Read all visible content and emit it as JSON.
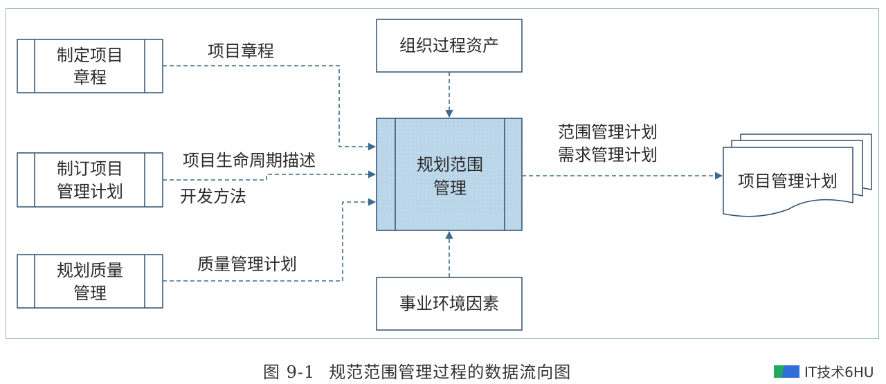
{
  "nodes": {
    "develop_charter": {
      "lines": [
        "制定项目",
        "章程"
      ]
    },
    "develop_pm_plan": {
      "lines": [
        "制订项目",
        "管理计划"
      ]
    },
    "plan_quality": {
      "lines": [
        "规划质量",
        "管理"
      ]
    },
    "opa": {
      "label": "组织过程资产"
    },
    "plan_scope": {
      "lines": [
        "规划范围",
        "管理"
      ]
    },
    "eef": {
      "label": "事业环境因素"
    },
    "project_plan": {
      "label": "项目管理计划"
    }
  },
  "edges": {
    "charter": "项目章程",
    "lifecycle": "项目生命周期描述",
    "dev_approach": "开发方法",
    "quality_plan": "质量管理计划",
    "scope_plan": "范围管理计划",
    "req_plan": "需求管理计划"
  },
  "caption": {
    "number": "图 9-1",
    "title": "规范范围管理过程的数据流向图"
  },
  "watermark": {
    "text": "IT技术6HU"
  },
  "colors": {
    "border": "#2f4f6f",
    "center_fill": "#bcd6ea",
    "arrow": "#3d6a8e",
    "frame": "#8fb0c9"
  }
}
